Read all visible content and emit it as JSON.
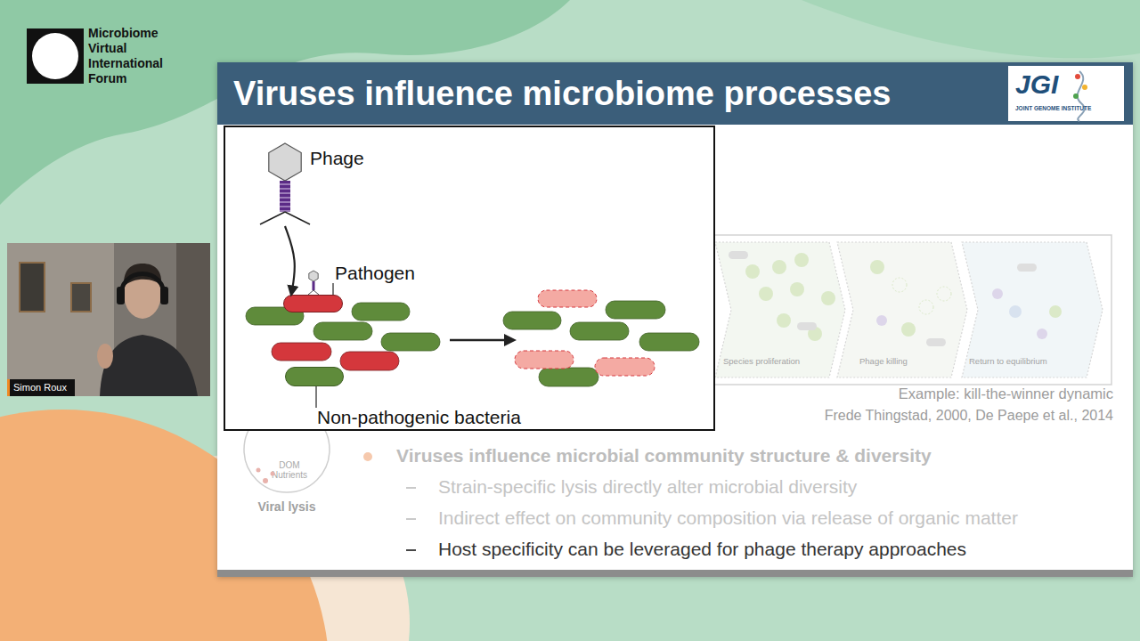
{
  "diagram": {
    "title": "Viruses influence microbiome processes",
    "nodes": [
      {
        "text": [
          "Phage"
        ]
      },
      {
        "text": [
          "Pathogen"
        ]
      },
      {
        "text": [
          "Non-pathogenic bacteria"
        ]
      },
      {
        "text": [
          "Species proliferation"
        ]
      },
      {
        "text": [
          "Phage killing"
        ]
      },
      {
        "text": [
          "Return to equilibrium"
        ]
      },
      {
        "text": [
          "DOM Nutrients",
          "Viral lysis"
        ]
      }
    ],
    "edges": [
      {
        "from": 0,
        "to": 1,
        "arrow": "to"
      }
    ],
    "labels": [
      "Microbiome Virtual International Forum",
      "JGI",
      "JOINT GENOME INSTITUTE",
      "Simon Roux",
      "Example: kill-the-winner dynamic",
      "Frede Thingstad, 2000, De Paepe et al., 2014",
      "Viruses influence microbial community structure & diversity",
      "Strain-specific lysis directly alter microbial diversity",
      "Indirect effect on community composition via release of organic matter",
      "Host specificity can be leveraged for phage therapy approaches"
    ]
  }
}
